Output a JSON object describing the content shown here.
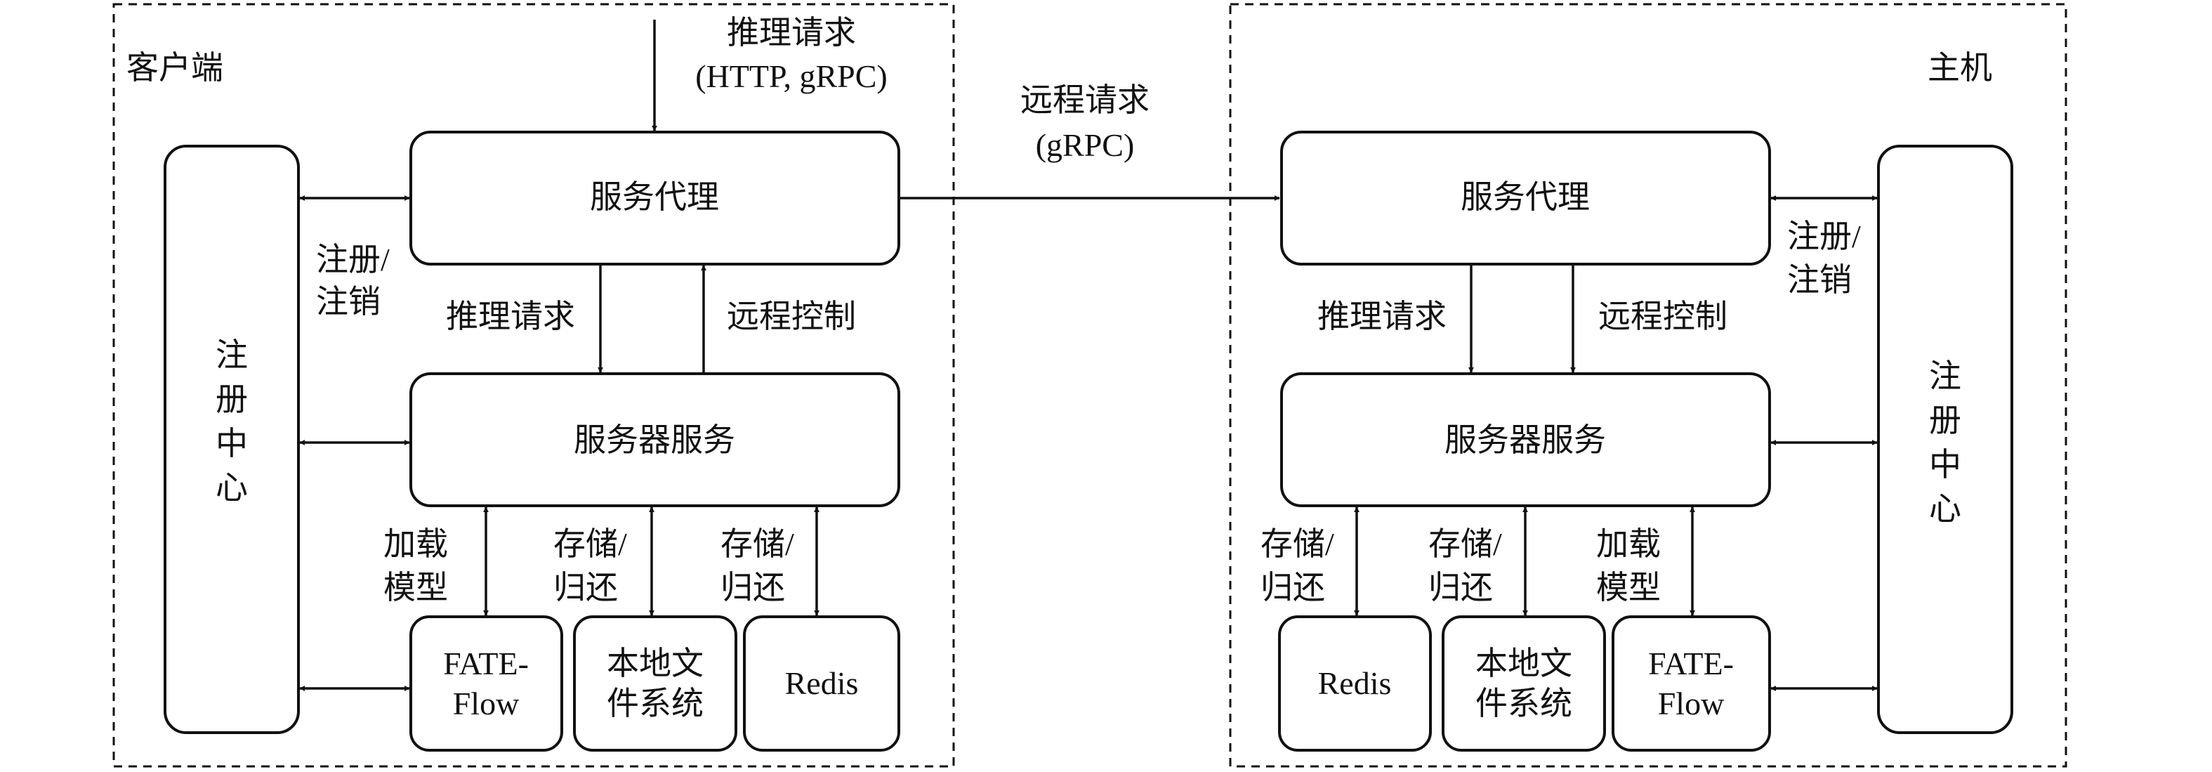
{
  "client": {
    "region_label": "客户端",
    "registry": [
      "注",
      "册",
      "中",
      "心"
    ],
    "service_proxy": "服务代理",
    "server_service": "服务器服务",
    "storages": [
      [
        "FATE-",
        "Flow"
      ],
      [
        "本地文",
        "件系统"
      ],
      [
        "Redis"
      ]
    ],
    "inbound_request": [
      "推理请求",
      "(HTTP, gRPC)"
    ],
    "register_label": [
      "注册/",
      "注销"
    ],
    "down_label": "推理请求",
    "up_label": "远程控制",
    "storage_labels": [
      [
        "加载",
        "模型"
      ],
      [
        "存储/",
        "归还"
      ],
      [
        "存储/",
        "归还"
      ]
    ]
  },
  "remote_request": [
    "远程请求",
    "(gRPC)"
  ],
  "host": {
    "region_label": "主机",
    "registry": [
      "注",
      "册",
      "中",
      "心"
    ],
    "service_proxy": "服务代理",
    "server_service": "服务器服务",
    "storages": [
      [
        "Redis"
      ],
      [
        "本地文",
        "件系统"
      ],
      [
        "FATE-",
        "Flow"
      ]
    ],
    "register_label": [
      "注册/",
      "注销"
    ],
    "down_label": "推理请求",
    "down2_label": "远程控制",
    "storage_labels": [
      [
        "存储/",
        "归还"
      ],
      [
        "存储/",
        "归还"
      ],
      [
        "加载",
        "模型"
      ]
    ]
  }
}
